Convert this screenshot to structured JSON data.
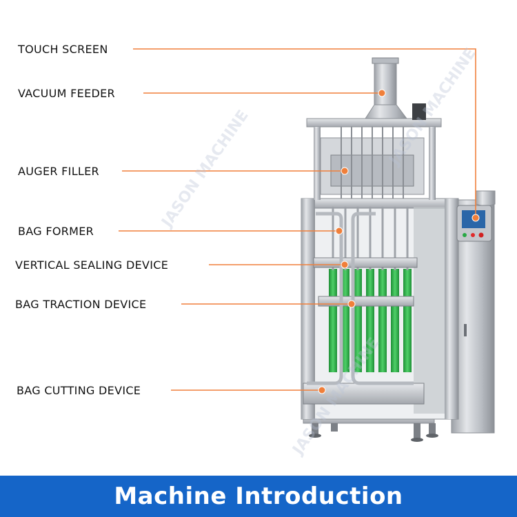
{
  "labels": [
    {
      "id": "touch-screen",
      "text": "TOUCH SCREEN"
    },
    {
      "id": "vacuum-feeder",
      "text": "VACUUM FEEDER"
    },
    {
      "id": "auger-filler",
      "text": "AUGER FILLER"
    },
    {
      "id": "bag-former",
      "text": "BAG FORMER"
    },
    {
      "id": "vertical-sealing-device",
      "text": "VERTICAL SEALING DEVICE"
    },
    {
      "id": "bag-traction-device",
      "text": "BAG TRACTION DEVICE"
    },
    {
      "id": "bag-cutting-device",
      "text": "BAG CUTTING DEVICE"
    }
  ],
  "banner": {
    "title": "Machine Introduction"
  },
  "watermark": {
    "text": "JASON MACHINE"
  },
  "colors": {
    "leader_line": "#f07f3a",
    "banner": "#1565c8",
    "product_film": "#2fb54a",
    "steel": "#c9ccd1"
  }
}
